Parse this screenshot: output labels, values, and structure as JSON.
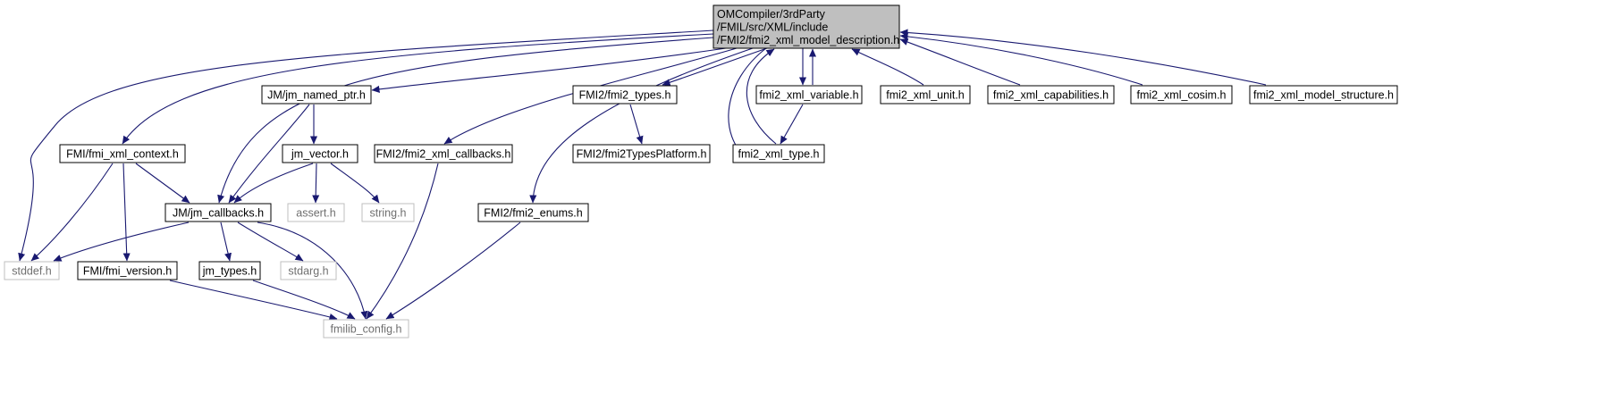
{
  "diagram": {
    "colors": {
      "edge": "#191970",
      "node_border": "#000000",
      "node_border_external": "#bfbfbf",
      "root_fill": "#bfbfbf",
      "node_fill": "#ffffff"
    },
    "nodes": [
      {
        "id": "root",
        "lines": [
          "OMCompiler/3rdParty",
          "/FMIL/src/XML/include",
          "/FMI2/fmi2_xml_model_description.h"
        ],
        "style": "root"
      },
      {
        "id": "named_ptr",
        "lines": [
          "JM/jm_named_ptr.h"
        ],
        "style": "normal"
      },
      {
        "id": "fmi2_types",
        "lines": [
          "FMI2/fmi2_types.h"
        ],
        "style": "normal"
      },
      {
        "id": "xml_variable",
        "lines": [
          "fmi2_xml_variable.h"
        ],
        "style": "normal"
      },
      {
        "id": "xml_unit",
        "lines": [
          "fmi2_xml_unit.h"
        ],
        "style": "normal"
      },
      {
        "id": "xml_capabilities",
        "lines": [
          "fmi2_xml_capabilities.h"
        ],
        "style": "normal"
      },
      {
        "id": "xml_cosim",
        "lines": [
          "fmi2_xml_cosim.h"
        ],
        "style": "normal"
      },
      {
        "id": "xml_model_structure",
        "lines": [
          "fmi2_xml_model_structure.h"
        ],
        "style": "normal"
      },
      {
        "id": "xml_context",
        "lines": [
          "FMI/fmi_xml_context.h"
        ],
        "style": "normal"
      },
      {
        "id": "jm_vector",
        "lines": [
          "jm_vector.h"
        ],
        "style": "normal"
      },
      {
        "id": "xml_callbacks",
        "lines": [
          "FMI2/fmi2_xml_callbacks.h"
        ],
        "style": "normal"
      },
      {
        "id": "types_platform",
        "lines": [
          "FMI2/fmi2TypesPlatform.h"
        ],
        "style": "normal"
      },
      {
        "id": "xml_type",
        "lines": [
          "fmi2_xml_type.h"
        ],
        "style": "normal"
      },
      {
        "id": "jm_callbacks",
        "lines": [
          "JM/jm_callbacks.h"
        ],
        "style": "normal"
      },
      {
        "id": "assert",
        "lines": [
          "assert.h"
        ],
        "style": "external"
      },
      {
        "id": "string",
        "lines": [
          "string.h"
        ],
        "style": "external"
      },
      {
        "id": "fmi2_enums",
        "lines": [
          "FMI2/fmi2_enums.h"
        ],
        "style": "normal"
      },
      {
        "id": "stddef",
        "lines": [
          "stddef.h"
        ],
        "style": "external"
      },
      {
        "id": "fmi_version",
        "lines": [
          "FMI/fmi_version.h"
        ],
        "style": "normal"
      },
      {
        "id": "jm_types",
        "lines": [
          "jm_types.h"
        ],
        "style": "normal"
      },
      {
        "id": "stdarg",
        "lines": [
          "stdarg.h"
        ],
        "style": "external"
      },
      {
        "id": "fmilib_config",
        "lines": [
          "fmilib_config.h"
        ],
        "style": "external"
      }
    ],
    "edges": [
      {
        "from": "root",
        "to": "stddef"
      },
      {
        "from": "root",
        "to": "xml_context"
      },
      {
        "from": "root",
        "to": "jm_callbacks"
      },
      {
        "from": "root",
        "to": "named_ptr"
      },
      {
        "from": "root",
        "to": "xml_callbacks"
      },
      {
        "from": "root",
        "to": "fmi2_enums"
      },
      {
        "from": "root",
        "to": "fmi2_types"
      },
      {
        "from": "root",
        "to": "xml_type"
      },
      {
        "from": "root",
        "to": "xml_variable"
      },
      {
        "from": "xml_variable",
        "to": "root"
      },
      {
        "from": "xml_variable",
        "to": "xml_type"
      },
      {
        "from": "xml_type",
        "to": "root"
      },
      {
        "from": "xml_unit",
        "to": "root"
      },
      {
        "from": "xml_capabilities",
        "to": "root"
      },
      {
        "from": "xml_cosim",
        "to": "root"
      },
      {
        "from": "xml_model_structure",
        "to": "root"
      },
      {
        "from": "named_ptr",
        "to": "jm_vector"
      },
      {
        "from": "named_ptr",
        "to": "jm_callbacks"
      },
      {
        "from": "fmi2_types",
        "to": "types_platform"
      },
      {
        "from": "xml_context",
        "to": "jm_callbacks"
      },
      {
        "from": "xml_context",
        "to": "stddef"
      },
      {
        "from": "xml_context",
        "to": "fmi_version"
      },
      {
        "from": "jm_vector",
        "to": "jm_callbacks"
      },
      {
        "from": "jm_vector",
        "to": "assert"
      },
      {
        "from": "jm_vector",
        "to": "string"
      },
      {
        "from": "xml_callbacks",
        "to": "fmilib_config"
      },
      {
        "from": "jm_callbacks",
        "to": "stddef"
      },
      {
        "from": "jm_callbacks",
        "to": "jm_types"
      },
      {
        "from": "jm_callbacks",
        "to": "stdarg"
      },
      {
        "from": "jm_callbacks",
        "to": "fmilib_config"
      },
      {
        "from": "fmi2_enums",
        "to": "fmilib_config"
      },
      {
        "from": "fmi_version",
        "to": "fmilib_config"
      },
      {
        "from": "jm_types",
        "to": "fmilib_config"
      }
    ]
  }
}
